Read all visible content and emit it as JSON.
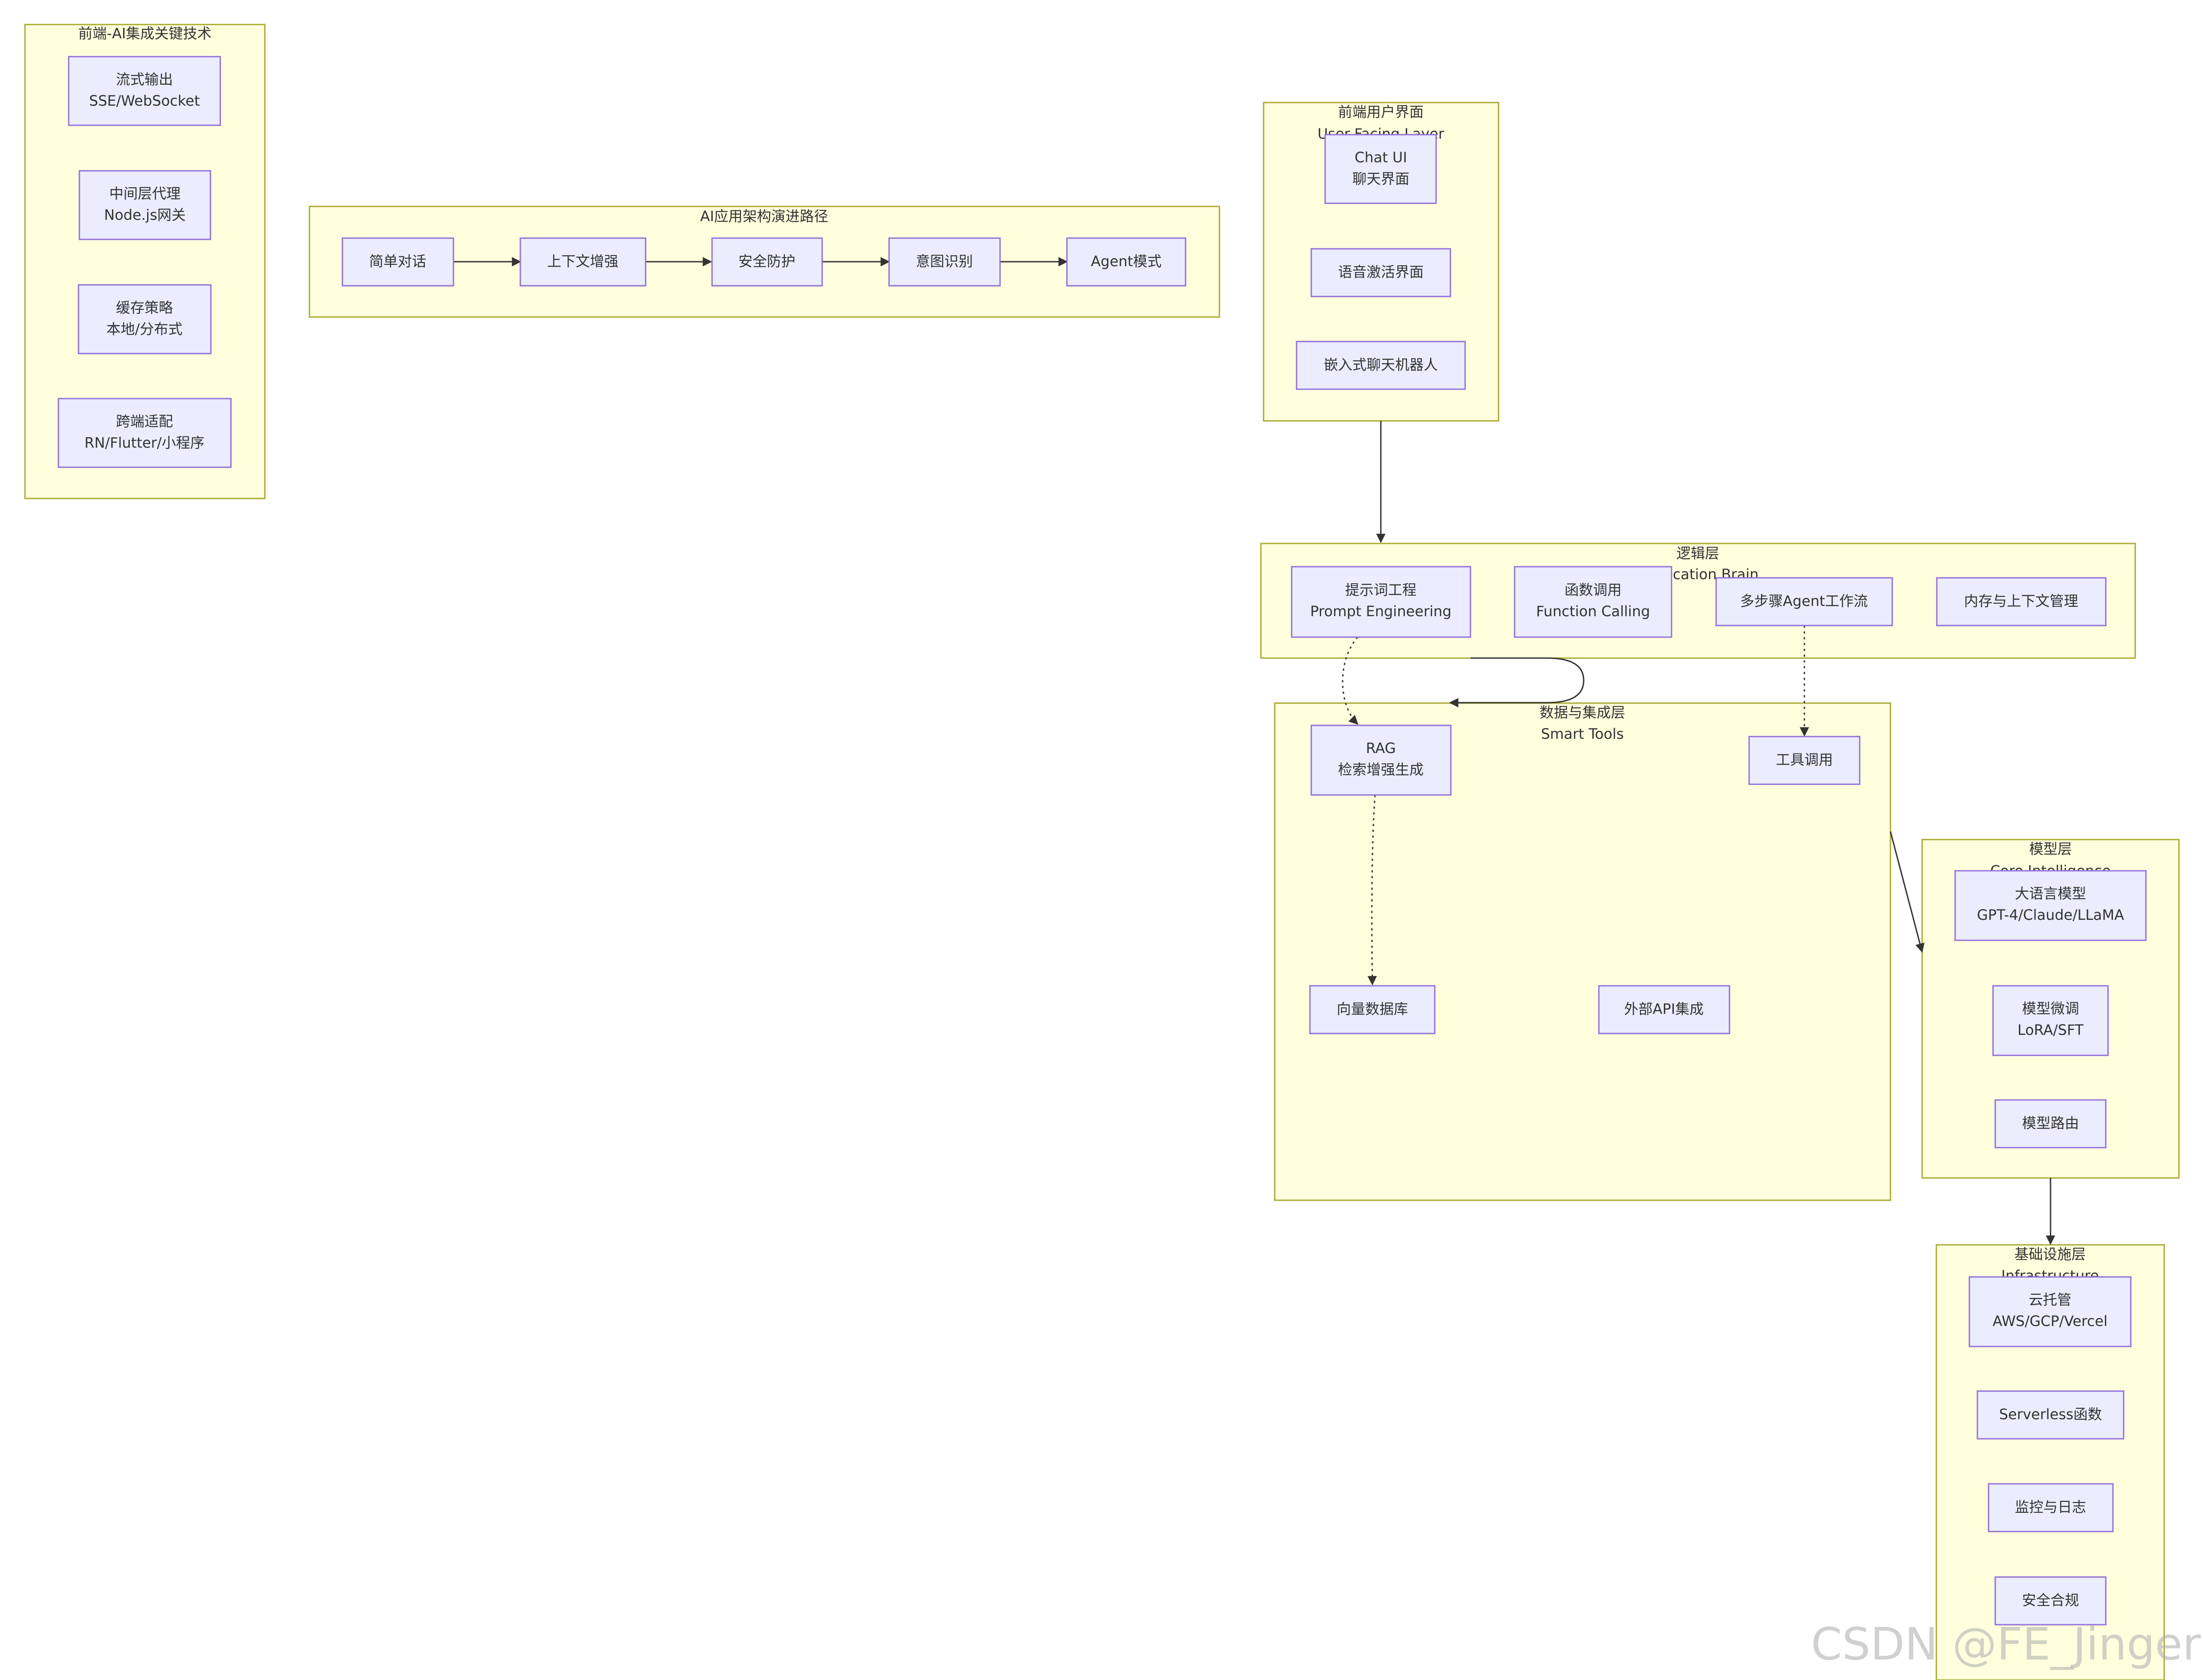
{
  "watermark": "CSDN @FE_Jinger",
  "groups": {
    "keytech": {
      "title": "前端-AI集成关键技术"
    },
    "evolution": {
      "title": "AI应用架构演进路径"
    },
    "frontend": {
      "title": "前端用户界面",
      "subtitle": "User-Facing Layer"
    },
    "logic": {
      "title": "逻辑层",
      "subtitle": "Application Brain"
    },
    "data": {
      "title": "数据与集成层",
      "subtitle": "Smart Tools"
    },
    "model": {
      "title": "模型层",
      "subtitle": "Core Intelligence"
    },
    "infra": {
      "title": "基础设施层",
      "subtitle": "Infrastructure"
    }
  },
  "nodes": {
    "stream": [
      "流式输出",
      "SSE/WebSocket"
    ],
    "proxy": [
      "中间层代理",
      "Node.js网关"
    ],
    "cache": [
      "缓存策略",
      "本地/分布式"
    ],
    "cross": [
      "跨端适配",
      "RN/Flutter/小程序"
    ],
    "evo1": [
      "简单对话"
    ],
    "evo2": [
      "上下文增强"
    ],
    "evo3": [
      "安全防护"
    ],
    "evo4": [
      "意图识别"
    ],
    "evo5": [
      "Agent模式"
    ],
    "chatui": [
      "Chat UI",
      "聊天界面"
    ],
    "voice": [
      "语音激活界面"
    ],
    "embed": [
      "嵌入式聊天机器人"
    ],
    "prompt": [
      "提示词工程",
      "Prompt Engineering"
    ],
    "func": [
      "函数调用",
      "Function Calling"
    ],
    "agentflow": [
      "多步骤Agent工作流"
    ],
    "memory": [
      "内存与上下文管理"
    ],
    "rag": [
      "RAG",
      "检索增强生成"
    ],
    "tool": [
      "工具调用"
    ],
    "vecdb": [
      "向量数据库"
    ],
    "extapi": [
      "外部API集成"
    ],
    "llm": [
      "大语言模型",
      "GPT-4/Claude/LLaMA"
    ],
    "finetune": [
      "模型微调",
      "LoRA/SFT"
    ],
    "router": [
      "模型路由"
    ],
    "cloud": [
      "云托管",
      "AWS/GCP/Vercel"
    ],
    "serverless": [
      "Serverless函数"
    ],
    "monitor": [
      "监控与日志"
    ],
    "security": [
      "安全合规"
    ]
  }
}
